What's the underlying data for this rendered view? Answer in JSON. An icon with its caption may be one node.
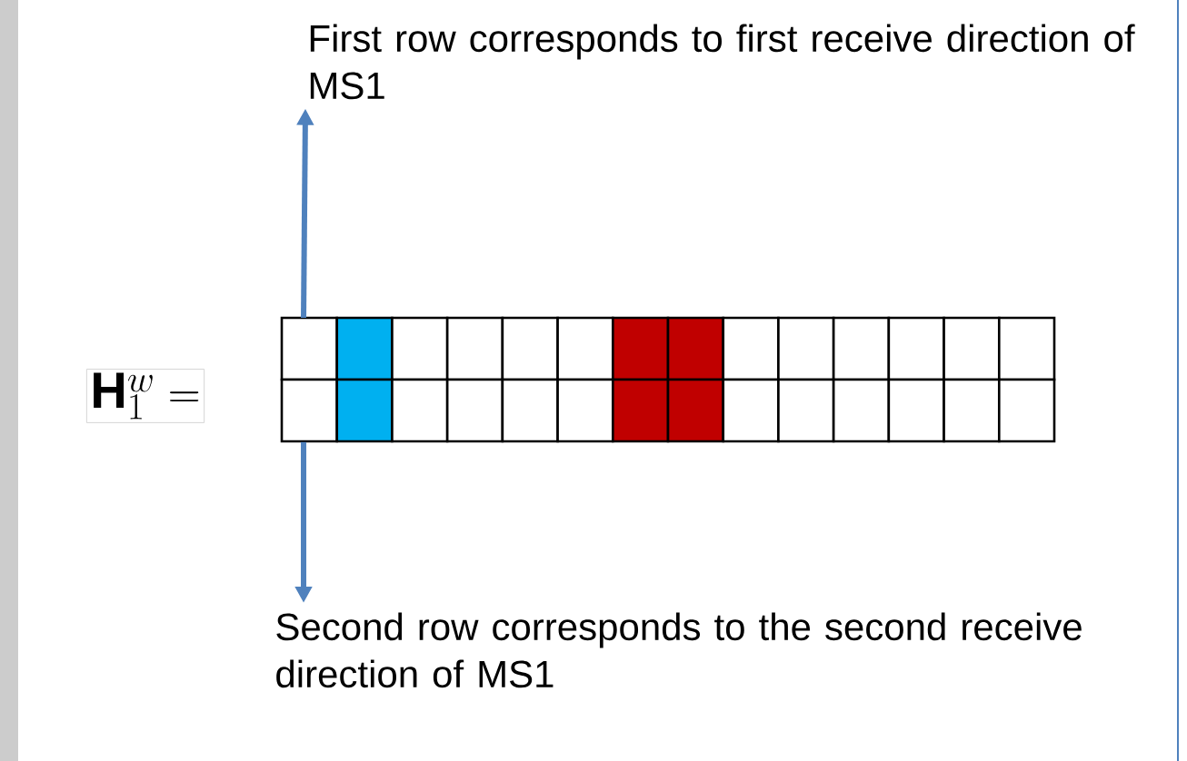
{
  "diagram": {
    "nodes": [
      {
        "text": [
          "First row corresponds to first receive direction of MS1"
        ]
      },
      {
        "text": [],
        "shape": "box"
      },
      {
        "text": [
          "Second row corresponds to the second receive direction of MS1"
        ]
      }
    ],
    "edges": [
      {
        "from": 1,
        "to": 0,
        "arrow": "to"
      },
      {
        "from": 1,
        "to": 2,
        "arrow": "to"
      }
    ],
    "labels": [
      "\\mathbf{H}_1^w ="
    ]
  }
}
